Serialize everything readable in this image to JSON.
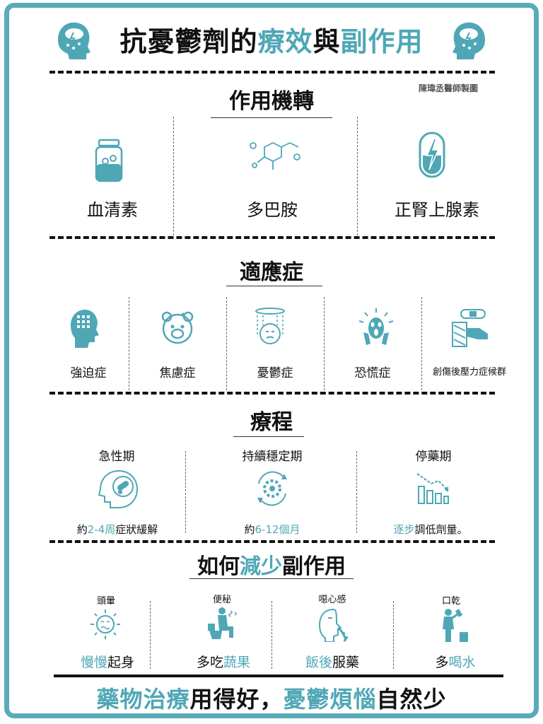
{
  "header": {
    "title_part1": "抗憂鬱劑的",
    "title_hl1": "療效",
    "title_part2": "與",
    "title_hl2": "副作用",
    "credit": "陳瑋丞醫師製圖"
  },
  "mechanism": {
    "title": "作用機轉",
    "items": [
      {
        "label": "血清素",
        "icon": "jar-icon"
      },
      {
        "label": "多巴胺",
        "icon": "molecule-icon"
      },
      {
        "label": "正腎上腺素",
        "icon": "energy-bolt-icon"
      }
    ]
  },
  "indications": {
    "title": "適應症",
    "items": [
      {
        "label": "強迫症",
        "icon": "head-grid-icon"
      },
      {
        "label": "焦慮症",
        "icon": "bear-face-icon"
      },
      {
        "label": "憂鬱症",
        "icon": "rain-face-icon"
      },
      {
        "label": "恐慌症",
        "icon": "scream-icon"
      },
      {
        "label": "創傷後壓力症候群",
        "icon": "bandage-arm-icon"
      }
    ]
  },
  "course": {
    "title": "療程",
    "phases": [
      {
        "name": "急性期",
        "note_pre": "約",
        "note_hl": "2-4周",
        "note_post": "症狀緩解",
        "icon": "head-pills-icon"
      },
      {
        "name": "持續穩定期",
        "note_pre": "約",
        "note_hl": "6-12個月",
        "note_post": "",
        "icon": "gear-cycle-icon"
      },
      {
        "name": "停藥期",
        "note_pre": "",
        "note_hl": "逐步",
        "note_post": "調低劑量。",
        "icon": "declining-bars-icon"
      }
    ]
  },
  "side_effects": {
    "title_pre": "如何",
    "title_hl": "減少",
    "title_post": "副作用",
    "items": [
      {
        "symptom": "頭暈",
        "tip_hl": "慢慢",
        "tip_post": "起身",
        "tip_pre": "",
        "icon": "dizzy-face-icon"
      },
      {
        "symptom": "便秘",
        "tip_pre": "多吃",
        "tip_hl": "蔬果",
        "tip_post": "",
        "icon": "toilet-icon"
      },
      {
        "symptom": "噁心感",
        "tip_pre": "",
        "tip_hl": "飯後",
        "tip_post": "服藥",
        "icon": "vomit-icon"
      },
      {
        "symptom": "口乾",
        "tip_pre": "多",
        "tip_hl": "喝水",
        "tip_post": "",
        "icon": "drinking-icon"
      }
    ]
  },
  "footer": {
    "hl1": "藥物治療",
    "part1": "用得好，",
    "hl2": "憂鬱煩惱",
    "part2": "自然少"
  },
  "colors": {
    "accent": "#4fa7b6",
    "frame": "#5aabb9",
    "text": "#111111"
  }
}
